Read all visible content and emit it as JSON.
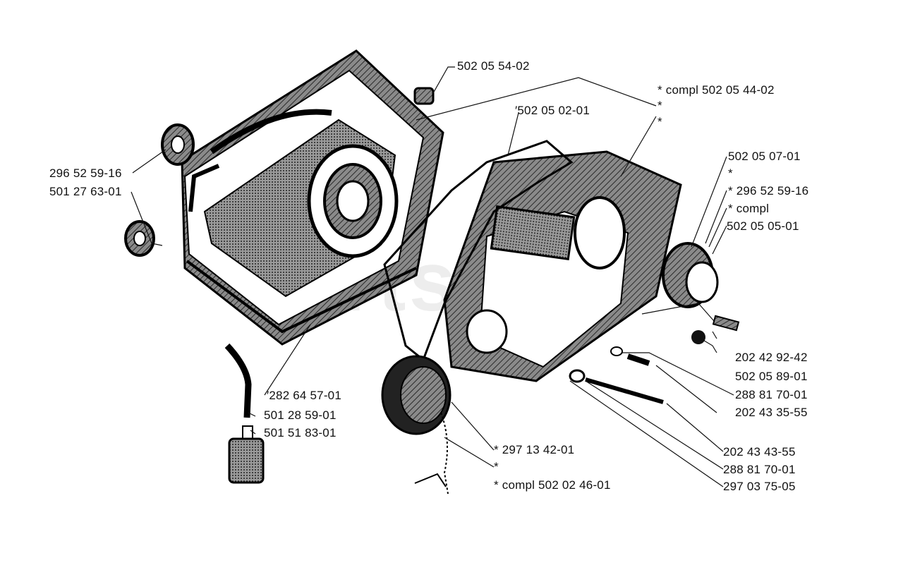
{
  "watermark": "PartsTree",
  "colors": {
    "ink": "#111111",
    "paper": "#ffffff",
    "hatch": "#6a6a6a"
  },
  "labels": {
    "p_502_05_54_02": "502 05 54-02",
    "p_compl_502_05_44_02": "*  compl 502 05 44-02",
    "p_star_1": "*",
    "p_star_2": "*",
    "p_502_05_02_01": "′502 05 02-01",
    "p_502_05_07_01": "502 05 07-01",
    "p_star_3": "*",
    "p_296_52_59_16_right": "*  296 52 59-16",
    "p_compl_right": "*  compl",
    "p_502_05_05_01": "502 05 05-01",
    "p_296_52_59_16_left": "296 52 59-16",
    "p_501_27_63_01": "501 27 63-01",
    "p_202_42_92_42": "202 42 92-42",
    "p_502_05_89_01": "502 05 89-01",
    "p_288_81_70_01_a": "288 81 70-01",
    "p_202_43_35_55": "202 43 35-55",
    "p_282_64_57_01": "′282 64 57-01",
    "p_501_28_59_01": "501 28 59-01",
    "p_501_51_83_01": "501 51 83-01",
    "p_297_13_42_01": "*  297 13 42-01",
    "p_star_4": "*",
    "p_compl_502_02_46_01": "*  compl 502 02 46-01",
    "p_202_43_43_55": "202 43 43-55",
    "p_288_81_70_01_b": "288 81 70-01",
    "p_297_03_75_05": "297 03 75-05"
  }
}
